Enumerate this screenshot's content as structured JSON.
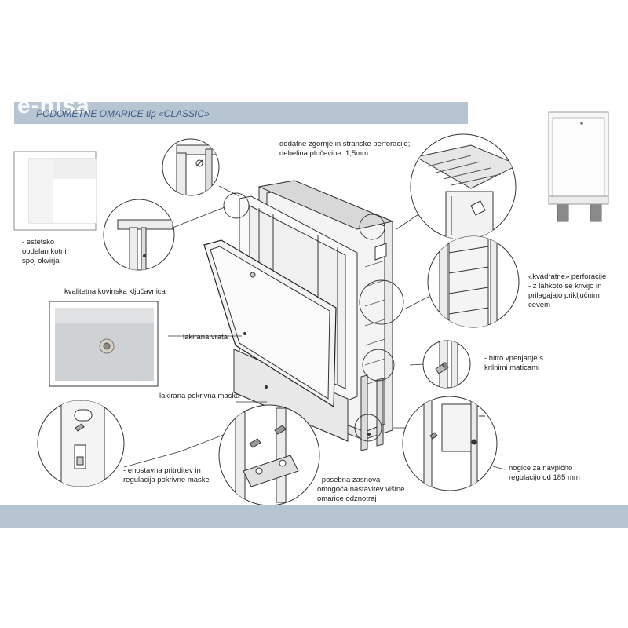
{
  "header": {
    "title": "PODOMETNE OMARICE tip «CLASSIC»",
    "watermark": "e-hiša"
  },
  "labels": {
    "top_perforation": [
      "dodatne zgornje in stranske perforacije;",
      "debelina pločevine: 1,5mm"
    ],
    "corner_joint": [
      "- estetsko",
      "obdelan kotni",
      "spoj okvirja"
    ],
    "lock": "kvalitetna kovinska ključavnica",
    "door": "lakirana vrata",
    "mask": "lakirana pokrivna maska",
    "mask_fixing": [
      "- enostavna pritrditev in",
      "regulacija pokrivne maske"
    ],
    "height_adjust": [
      "- posebna zasnova",
      "omogoča nastavitev višine",
      "omarice odznotraj"
    ],
    "legs": [
      "nogice za navpično",
      "regulacijo od 185 mm"
    ],
    "wing_nuts": [
      "- hitro vpenjanje s",
      "krilnimi maticami"
    ],
    "square_perforation": [
      "«kvadratne» perforacije",
      "- z lahkoto se krivijo in",
      "prilagajajo priključnim",
      "cevem"
    ]
  },
  "colors": {
    "band": "#b7c4d2",
    "title_text": "#3a5c88",
    "line": "#333333",
    "metal": "#e6e6e6"
  }
}
